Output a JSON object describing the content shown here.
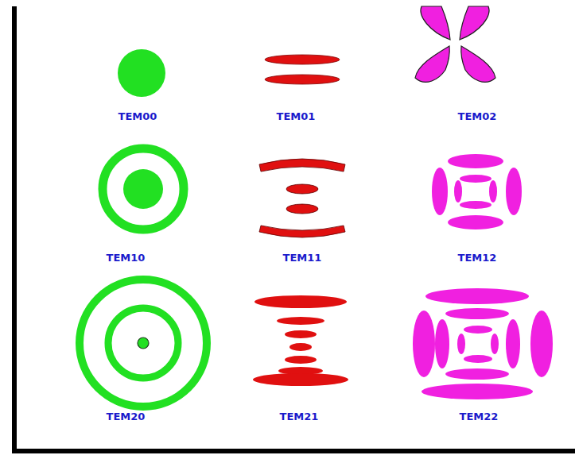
{
  "diagram": {
    "labels": [
      "TEM00",
      "TEM01",
      "TEM02",
      "TEM10",
      "TEM11",
      "TEM12",
      "TEM20",
      "TEM21",
      "TEM22"
    ]
  }
}
